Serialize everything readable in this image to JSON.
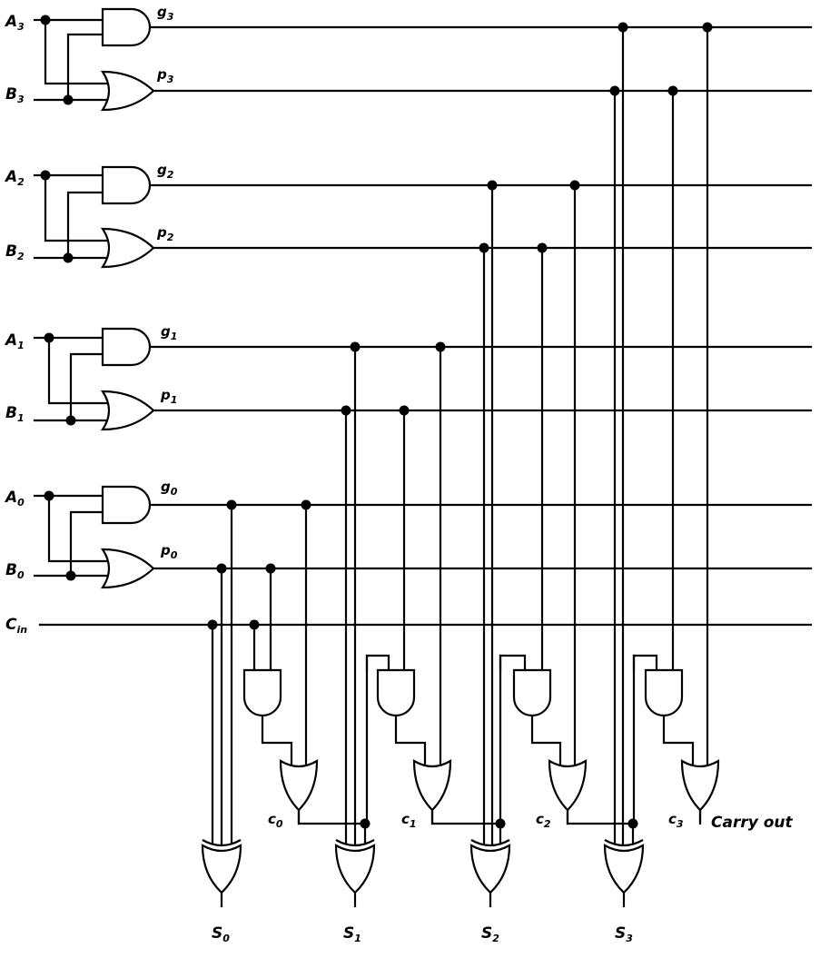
{
  "colors": {
    "line": "#000000",
    "background": "#ffffff"
  },
  "inputs": {
    "A3": {
      "main": "A",
      "sub": "3"
    },
    "B3": {
      "main": "B",
      "sub": "3"
    },
    "A2": {
      "main": "A",
      "sub": "2"
    },
    "B2": {
      "main": "B",
      "sub": "2"
    },
    "A1": {
      "main": "A",
      "sub": "1"
    },
    "B1": {
      "main": "B",
      "sub": "1"
    },
    "A0": {
      "main": "A",
      "sub": "0"
    },
    "B0": {
      "main": "B",
      "sub": "0"
    },
    "Cin": {
      "main": "C",
      "sub": "in"
    }
  },
  "signals": {
    "g3": {
      "main": "g",
      "sub": "3"
    },
    "p3": {
      "main": "p",
      "sub": "3"
    },
    "g2": {
      "main": "g",
      "sub": "2"
    },
    "p2": {
      "main": "p",
      "sub": "2"
    },
    "g1": {
      "main": "g",
      "sub": "1"
    },
    "p1": {
      "main": "p",
      "sub": "1"
    },
    "g0": {
      "main": "g",
      "sub": "0"
    },
    "p0": {
      "main": "p",
      "sub": "0"
    }
  },
  "carries": {
    "c0": {
      "main": "c",
      "sub": "0"
    },
    "c1": {
      "main": "c",
      "sub": "1"
    },
    "c2": {
      "main": "c",
      "sub": "2"
    },
    "c3": {
      "main": "c",
      "sub": "3"
    }
  },
  "outputs": {
    "S0": {
      "main": "S",
      "sub": "0"
    },
    "S1": {
      "main": "S",
      "sub": "1"
    },
    "S2": {
      "main": "S",
      "sub": "2"
    },
    "S3": {
      "main": "S",
      "sub": "3"
    }
  },
  "carry_out_label": "Carry out"
}
